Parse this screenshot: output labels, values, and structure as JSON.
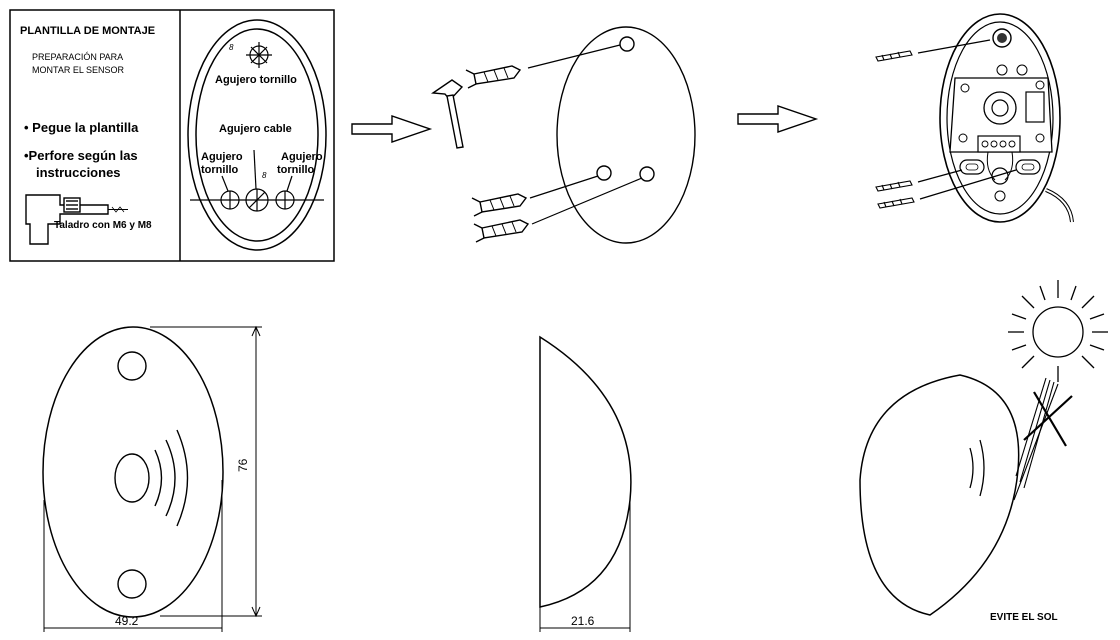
{
  "template": {
    "title": "PLANTILLA DE MONTAJE",
    "prep_line1": "PREPARACIÓN PARA",
    "prep_line2": "MONTAR EL SENSOR",
    "step1": "• Pegue la plantilla",
    "step2_line1": "•Perfore según las",
    "step2_line2": "instrucciones",
    "drill_caption": "Taladro con M6 y M8",
    "screw_hole_top": "Agujero tornillo",
    "cable_hole": "Agujero cable",
    "screw_left_line1": "Agujero",
    "screw_left_line2": "tornillo",
    "screw_right_line1": "Agujero",
    "screw_right_line2": "tornillo",
    "mark_top": "8",
    "mark_center": "8"
  },
  "dimensions": {
    "width": "49.2",
    "height": "76",
    "depth": "21.6"
  },
  "warning": {
    "avoid_sun": "EVITE EL SOL"
  }
}
